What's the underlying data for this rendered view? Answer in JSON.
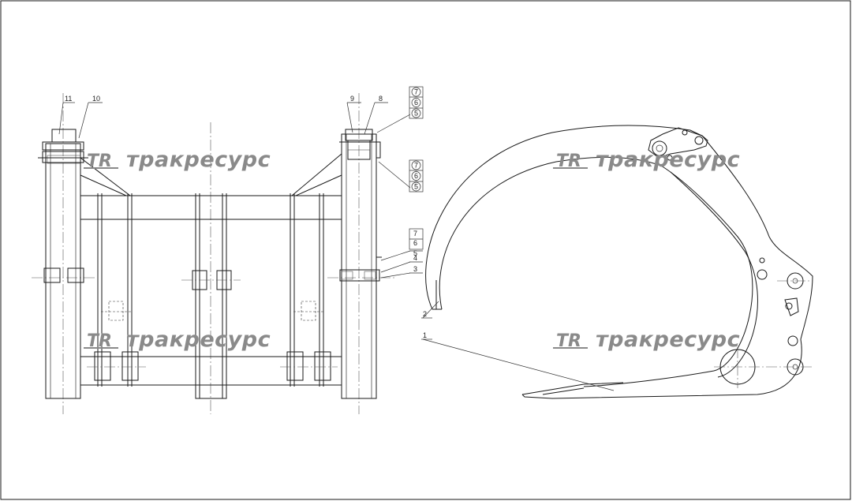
{
  "watermark": {
    "logo_text": "TR",
    "text": "тракресурс",
    "color": "#8a8a8a"
  },
  "callouts": {
    "front": {
      "n11": "11",
      "n10": "10",
      "n9": "9",
      "n8": "8",
      "top_circled": [
        "7",
        "6",
        "5"
      ],
      "mid_circled": [
        "7",
        "6",
        "5"
      ],
      "side_list": [
        "7",
        "6",
        "5",
        "4",
        "3"
      ]
    },
    "side": {
      "n2": "2",
      "n1": "1"
    }
  }
}
